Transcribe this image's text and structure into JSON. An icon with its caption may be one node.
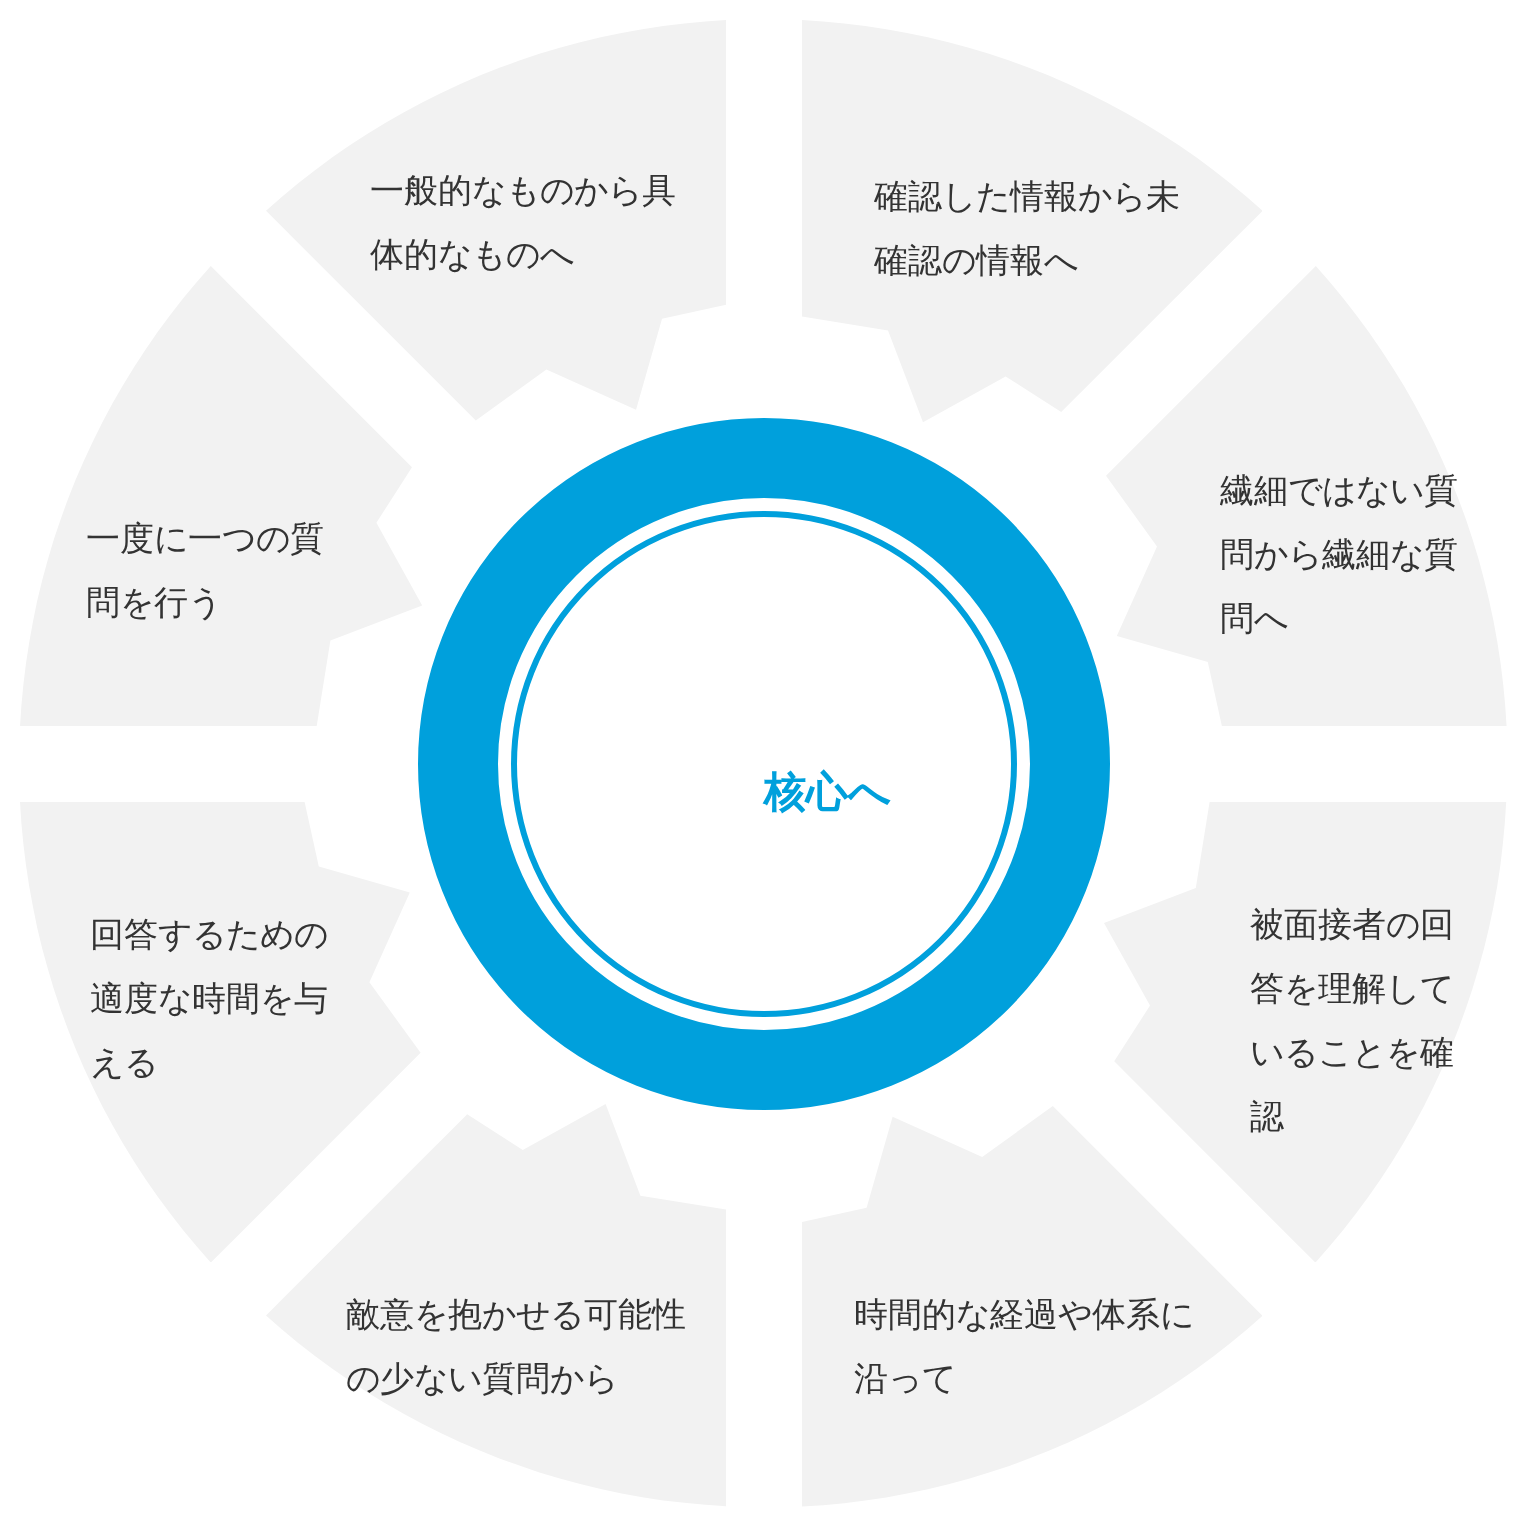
{
  "diagram": {
    "nodes": [
      {
        "text": [
          "一般的なものから具体的なものへ"
        ]
      },
      {
        "text": [
          "確認した情報から未確認の情報へ"
        ]
      },
      {
        "text": [
          "一度に一つの質問を行う"
        ]
      },
      {
        "text": [
          "繊細ではない質問から繊細な質問へ"
        ]
      },
      {
        "text": [
          "核心へ"
        ]
      },
      {
        "text": [
          "回答するための適度な時間を与える"
        ]
      },
      {
        "text": [
          "被面接者の回答を理解していることを確認"
        ]
      },
      {
        "text": [
          "敵意を抱かせる可能性の少ない質問から"
        ]
      },
      {
        "text": [
          "時間的な経過や体系に沿って"
        ]
      }
    ]
  }
}
